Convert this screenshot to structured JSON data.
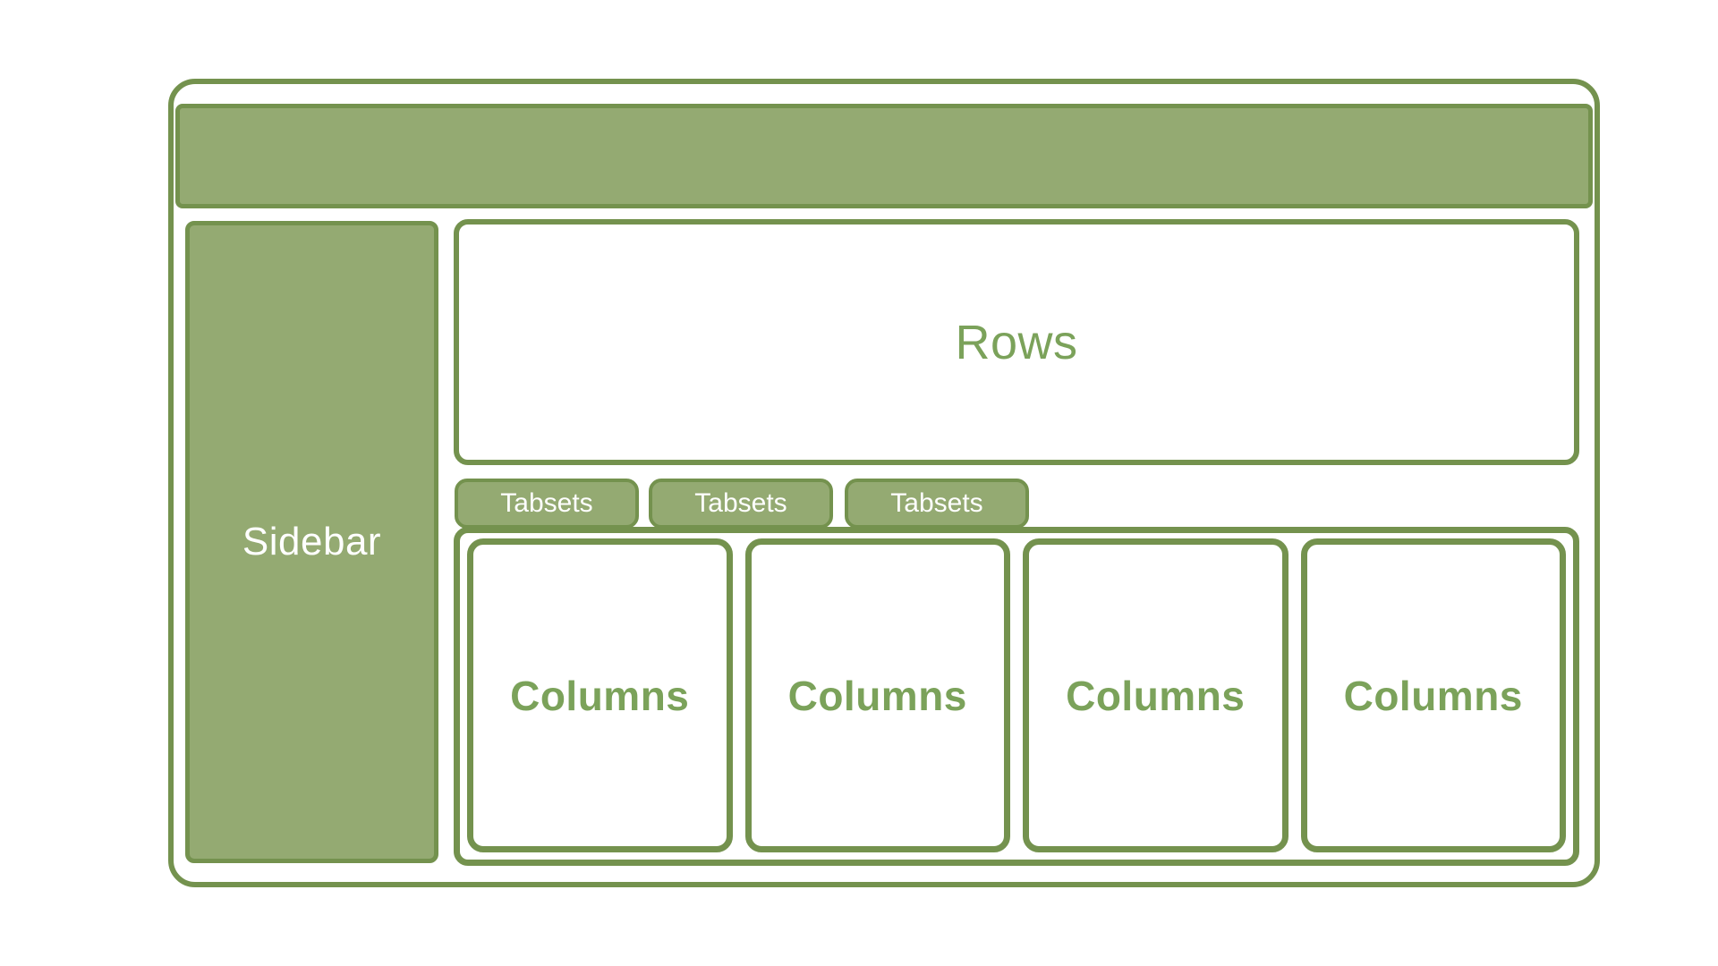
{
  "diagram": {
    "window": {
      "header": {},
      "sidebar": {
        "label": "Sidebar"
      },
      "main": {
        "rows_panel": {
          "label": "Rows"
        },
        "tabset": {
          "tabs": [
            {
              "label": "Tabsets"
            },
            {
              "label": "Tabsets"
            },
            {
              "label": "Tabsets"
            }
          ]
        },
        "columns_panel": {
          "columns": [
            {
              "label": "Columns"
            },
            {
              "label": "Columns"
            },
            {
              "label": "Columns"
            },
            {
              "label": "Columns"
            }
          ]
        }
      }
    }
  },
  "colors": {
    "fill_green": "#94aa72",
    "border_green": "#74924e",
    "text_green": "#7ba25a",
    "text_white": "#ffffff",
    "page_bg": "#ffffff"
  }
}
